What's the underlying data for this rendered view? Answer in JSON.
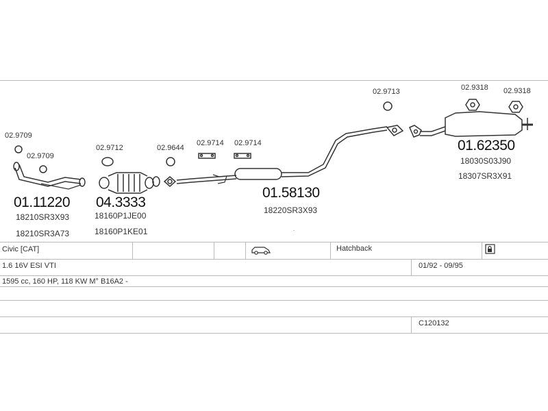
{
  "parts": {
    "p0": {
      "gasket_a": "02.9709",
      "gasket_b": "02.9709",
      "number": "01.11220",
      "oem1": "18210SR3X93",
      "oem2": "18210SR3A73"
    },
    "p1": {
      "gasket": "02.9712",
      "number": "04.3333",
      "oem1": "18160P1JE00",
      "oem2": "18160P1KE01"
    },
    "p2": {
      "gasket": "02.9644"
    },
    "p3": {
      "bracket_a": "02.9714",
      "bracket_b": "02.9714",
      "number": "01.58130",
      "oem1": "18220SR3X93"
    },
    "p4": {
      "gasket": "02.9713"
    },
    "p5": {
      "hanger_a": "02.9318",
      "hanger_b": "02.9318",
      "number": "01.62350",
      "oem1": "18030S03J90",
      "oem2": "18307SR3X91"
    }
  },
  "info": {
    "model": "Civic  [CAT]",
    "body": "Hatchback",
    "engine": "1.6 16V ESI VTI",
    "years": "01/92 - 09/95",
    "specs": "1595 cc, 160 HP, 118 KW M° B16A2 -",
    "code": "C120132"
  },
  "icons": {
    "vehicle": "hatchback-car-icon",
    "lock": "padlock-icon"
  }
}
